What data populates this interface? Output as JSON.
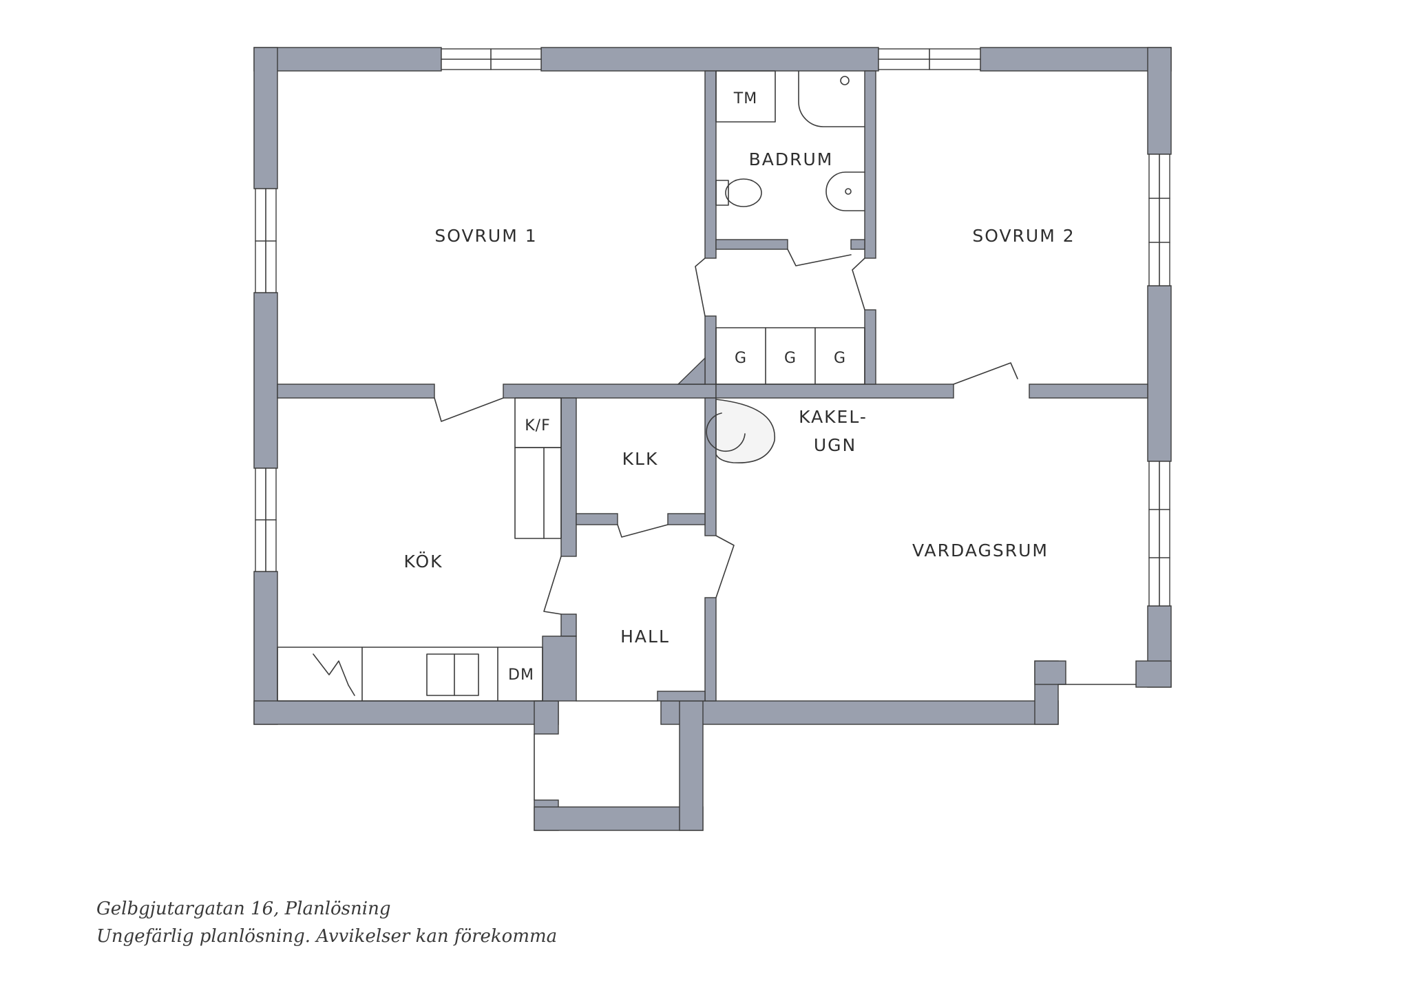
{
  "rooms": {
    "sovrum1": "SOVRUM 1",
    "sovrum2": "SOVRUM 2",
    "badrum": "BADRUM",
    "tm": "TM",
    "kok": "KÖK",
    "kf": "K/F",
    "klk": "KLK",
    "hall": "HALL",
    "vardagsrum": "VARDAGSRUM",
    "kakelugn_line1": "KAKEL-",
    "kakelugn_line2": "UGN",
    "dm": "DM",
    "g1": "G",
    "g2": "G",
    "g3": "G"
  },
  "caption": {
    "line1": "Gelbgjutargatan 16, Planlösning",
    "line2": "Ungefärlig planlösning. Avvikelser kan förekomma"
  },
  "colors": {
    "wall": "#9aa0ae",
    "line": "#3b3b3b",
    "background": "#ffffff"
  }
}
